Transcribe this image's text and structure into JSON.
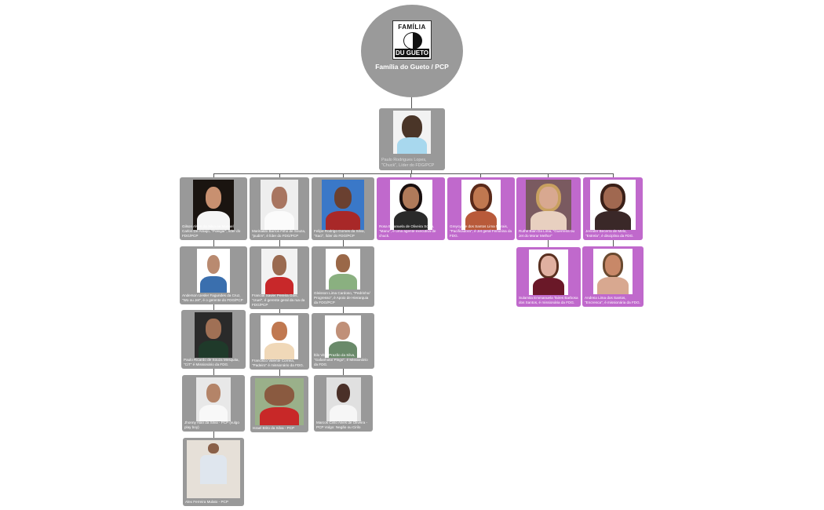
{
  "root": {
    "label": "Família do Gueto / PCP",
    "logo": {
      "top": "FAMÍLIA",
      "bottom": "DU GUETO"
    }
  },
  "leader": {
    "caption": "Paulo Rodrigues Lopes, \"Chuck\", Líder do FDG/PCP"
  },
  "colors": {
    "male_card": "#999999",
    "female_card": "#c069cc",
    "connector": "#555555",
    "root_circle": "#9a9a9a"
  },
  "columns": [
    {
      "top": "Gilson Alves da Silva ou Manoel Carlos De Araujo, \"Polegar\", líder do FDG/PCP",
      "children": [
        "Anderson Uesler Fagundes da Cruz, \"Wo ou Jet\", é o gerente do FDG/PCP",
        "Paulo Ricardo de Souza Mesquita, \"CiT\" é Missionário da FDG.",
        "Jhonny Alan da Silva - PCP (vulgo play boy)",
        "Alex Ferreira Mulato - PCP"
      ]
    },
    {
      "top": "Marinaldo Barros Filho de Souza, \"pudim\", é líder do FDG/PCP",
      "children": [
        "Francial Xavier Pereira Góis, \"cruel\", é gerente geral da rua da FDG/PCP",
        "Francisco Valente Correia, \"Padeiro\" é missionário da FDG.",
        "Israel Brito da Silva - PCP"
      ]
    },
    {
      "top": "Felipe Rodrigo Gomes da Silva, \"Saci\", líder do FDG/PCP",
      "children": [
        "Gleisson Lima Cardoso, \"Pedrinho/ Progresso\", é Apoio de Hierarquia da FDG/PCP",
        "Ítilo Vitor Prazão da Silva, \"Gafanhoto/ Pingo\", é Missionário da FDG.",
        "Marcos Cirilo Alves de Oliveira - PCP Vulgo: Negão ou Cirilo"
      ]
    },
    {
      "top": "Rosa Emanuela de Oliveira Sodio, \"Manu\", é uma agente executiva de chuck.",
      "children": []
    },
    {
      "top": "Greycyane dos Santos Lima Morais, \"Pacificadora\", é Jet geral Feminina da FDG.",
      "children": []
    },
    {
      "top": "Ruthe Bian Da Lima, \"Guerreira ou Jet do Morar Melhor\"",
      "children": [
        "Sulamita Emmanuela Taires Barbosa dos Santos, é missionária da FDG."
      ]
    },
    {
      "top": "Jennifer Becerra de Melo, \"Estrela\", é disciplina da FDG.",
      "children": [
        "Andreia Lima dos Santos, \"Encrenca\", é missionária da FDG."
      ]
    }
  ]
}
